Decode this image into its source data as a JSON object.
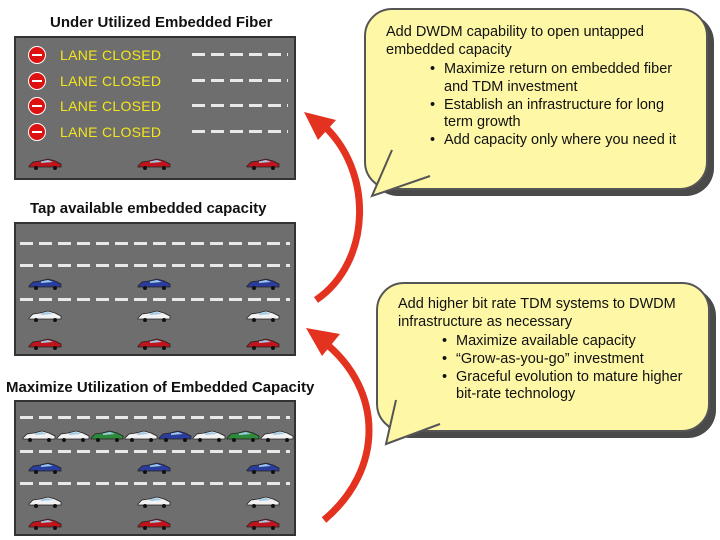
{
  "panels": {
    "top_title": "Under Utilized Embedded Fiber",
    "middle_title": "Tap available embedded capacity",
    "bottom_title": "Maximize Utilization of Embedded Capacity",
    "lane_closed_label": "LANE CLOSED"
  },
  "bubble_top": {
    "heading": "Add DWDM capability to open untapped embedded capacity",
    "bullets": [
      "Maximize return on embedded fiber and TDM investment",
      "Establish an infrastructure for long term growth",
      "Add capacity only where you need it"
    ]
  },
  "bubble_bottom": {
    "heading": "Add higher bit rate TDM systems to DWDM infrastructure as necessary",
    "bullets": [
      "Maximize available capacity",
      "“Grow-as-you-go” investment",
      "Graceful evolution to mature higher bit-rate technology"
    ]
  },
  "colors": {
    "road": "#6e6e6e",
    "bubble": "#fdf7a6",
    "arrow": "#e3321f",
    "lane_closed_text": "#f5e61c",
    "car_red": "#c0141c",
    "car_blue": "#2a3c9c",
    "car_white": "#f2f2f2",
    "car_green": "#2e8a3a"
  },
  "icons": [
    "no-entry-icon",
    "car-icon",
    "curved-arrow-icon"
  ]
}
